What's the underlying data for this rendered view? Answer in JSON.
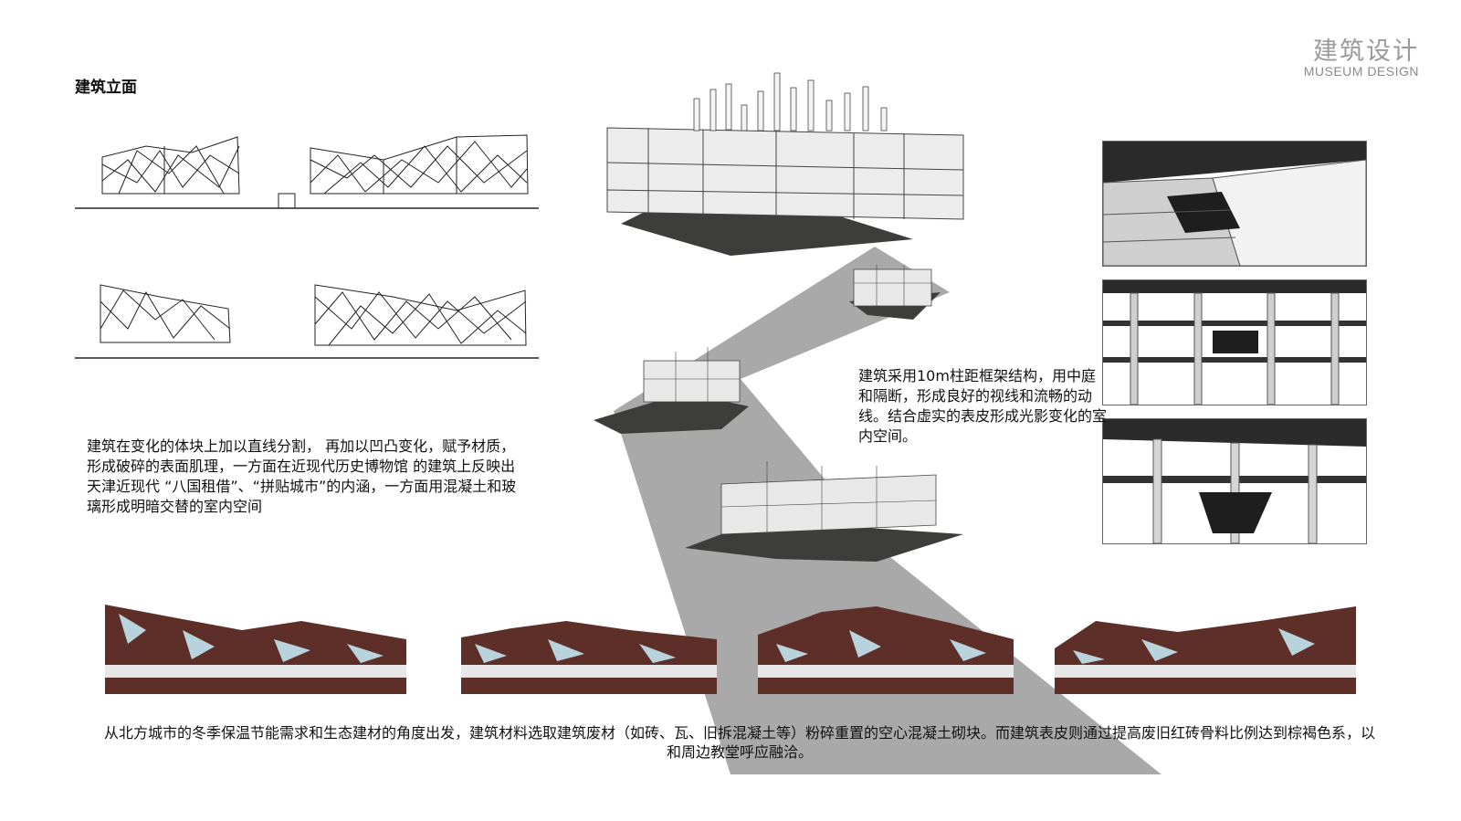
{
  "header": {
    "brand_cn": "建筑设计",
    "brand_en": "MUSEUM DESIGN"
  },
  "section": {
    "title": "建筑立面"
  },
  "text": {
    "elevation_desc": "建筑在变化的体块上加以直线分割， 再加以凹凸变化，赋予材质，形成破碎的表面肌理，一方面在近现代历史博物馆 的建筑上反映出天津近现代 “八国租借”、“拼贴城市”的内涵，一方面用混凝土和玻璃形成明暗交替的室内空间",
    "structure_desc": "建筑采用10m柱距框架结构，用中庭和隔断，形成良好的视线和流畅的动线。结合虚实的表皮形成光影变化的室内空间。",
    "material_desc": "从北方城市的冬季保温节能需求和生态建材的角度出发，建筑材料选取建筑废材（如砖、瓦、旧拆混凝土等）粉碎重置的空心混凝土砌块。而建筑表皮则通过提高废旧红砖骨料比例达到棕褐色系，以和周边教堂呼应融洽。"
  },
  "colors": {
    "brick": "#5e2f28",
    "glass": "#b9d3dc",
    "ray": "#a9a9a9",
    "shadow": "#3d3d3b",
    "brand": "#9a9a9a"
  }
}
